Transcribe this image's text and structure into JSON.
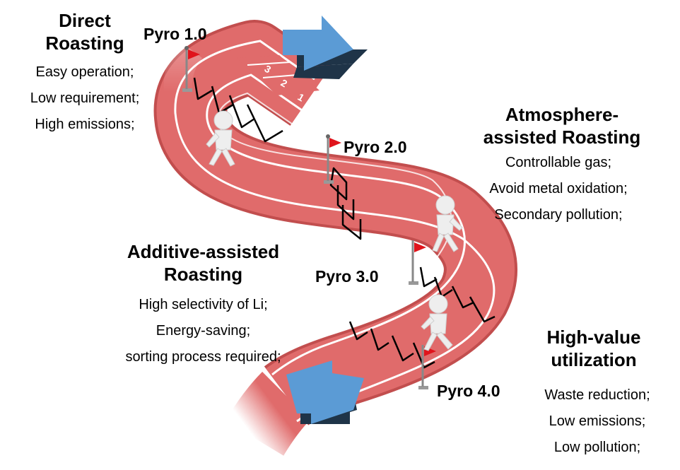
{
  "stages": [
    {
      "name": "Pyro 1.0",
      "title_lines": [
        "Direct",
        "Roasting"
      ],
      "items": [
        "Easy operation;",
        "Low requirement;",
        "High emissions;"
      ]
    },
    {
      "name": "Pyro 2.0",
      "title_lines": [
        "Atmosphere-",
        "assisted Roasting"
      ],
      "items": [
        "Controllable gas;",
        "Avoid metal oxidation;",
        "Secondary pollution;"
      ]
    },
    {
      "name": "Pyro 3.0",
      "title_lines": [
        "Additive-assisted",
        "Roasting"
      ],
      "items": [
        "High selectivity of Li;",
        "Energy-saving;",
        "sorting process required;"
      ]
    },
    {
      "name": "Pyro 4.0",
      "title_lines": [
        "High-value",
        "utilization"
      ],
      "items": [
        "Waste reduction;",
        "Low emissions;",
        "Low pollution;"
      ]
    }
  ],
  "lane_numbers": [
    "3",
    "2",
    "1"
  ],
  "colors": {
    "track": "#e06b6b",
    "track_dark": "#c24e4e",
    "arrow": "#5b9bd5",
    "arrow_dark": "#1f3448",
    "flag": "#e0141c",
    "runner": "#eeeeee"
  }
}
